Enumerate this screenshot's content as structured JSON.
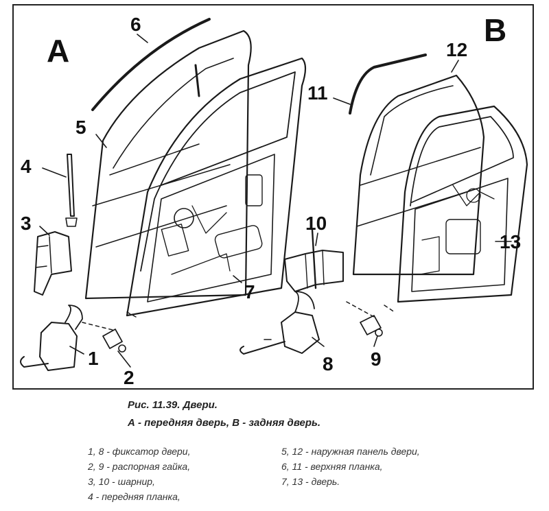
{
  "figure": {
    "view_a": "A",
    "view_b": "B",
    "callouts": [
      "6",
      "5",
      "4",
      "3",
      "1",
      "2",
      "7",
      "12",
      "11",
      "10",
      "13",
      "8",
      "9"
    ]
  },
  "caption": {
    "title": "Рис. 11.39. Двери.",
    "subtitle": "А - передняя дверь, В - задняя дверь."
  },
  "legend": [
    "1, 8 - фиксатор двери,",
    "2, 9 - распорная гайка,",
    "3, 10 - шарнир,",
    "4 - передняя планка,",
    "5, 12 - наружная панель двери,",
    "6, 11 - верхняя планка,",
    "7, 13 - дверь."
  ]
}
